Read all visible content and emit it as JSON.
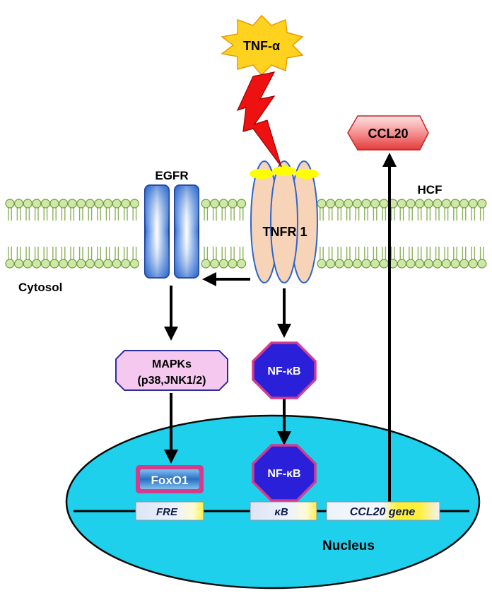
{
  "labels": {
    "tnf_alpha": "TNF-α",
    "ccl20_protein": "CCL20",
    "egfr": "EGFR",
    "hcf": "HCF",
    "tnfr1": "TNFR 1",
    "cytosol": "Cytosol",
    "mapks_line1": "MAPKs",
    "mapks_line2": "(p38,JNK1/2)",
    "nfkb_cytosol": "NF-κB",
    "nfkb_nucleus": "NF-κB",
    "foxo1": "FoxO1",
    "fre": "FRE",
    "kb": "κB",
    "ccl20_gene_name": "CCL20",
    "ccl20_gene_word": "gene",
    "nucleus": "Nucleus"
  },
  "colors": {
    "membrane_head": "#cfe8a8",
    "membrane_head_stroke": "#6d9a3a",
    "membrane_tail": "#8ab05a",
    "receptor_fill": "#f7d3b8",
    "receptor_stroke": "#2f66c8",
    "ligand_cap": "#ffff00",
    "nucleus_fill": "#1fd0ec",
    "nfkb_fill": "#2a20d9",
    "nfkb_stroke": "#d63a8b",
    "mapks_fill": "#f5c8ef",
    "ccl20_fill": "#f05a5a",
    "lightning": "#ee1111",
    "tnf_burst": "#ffd21f"
  }
}
